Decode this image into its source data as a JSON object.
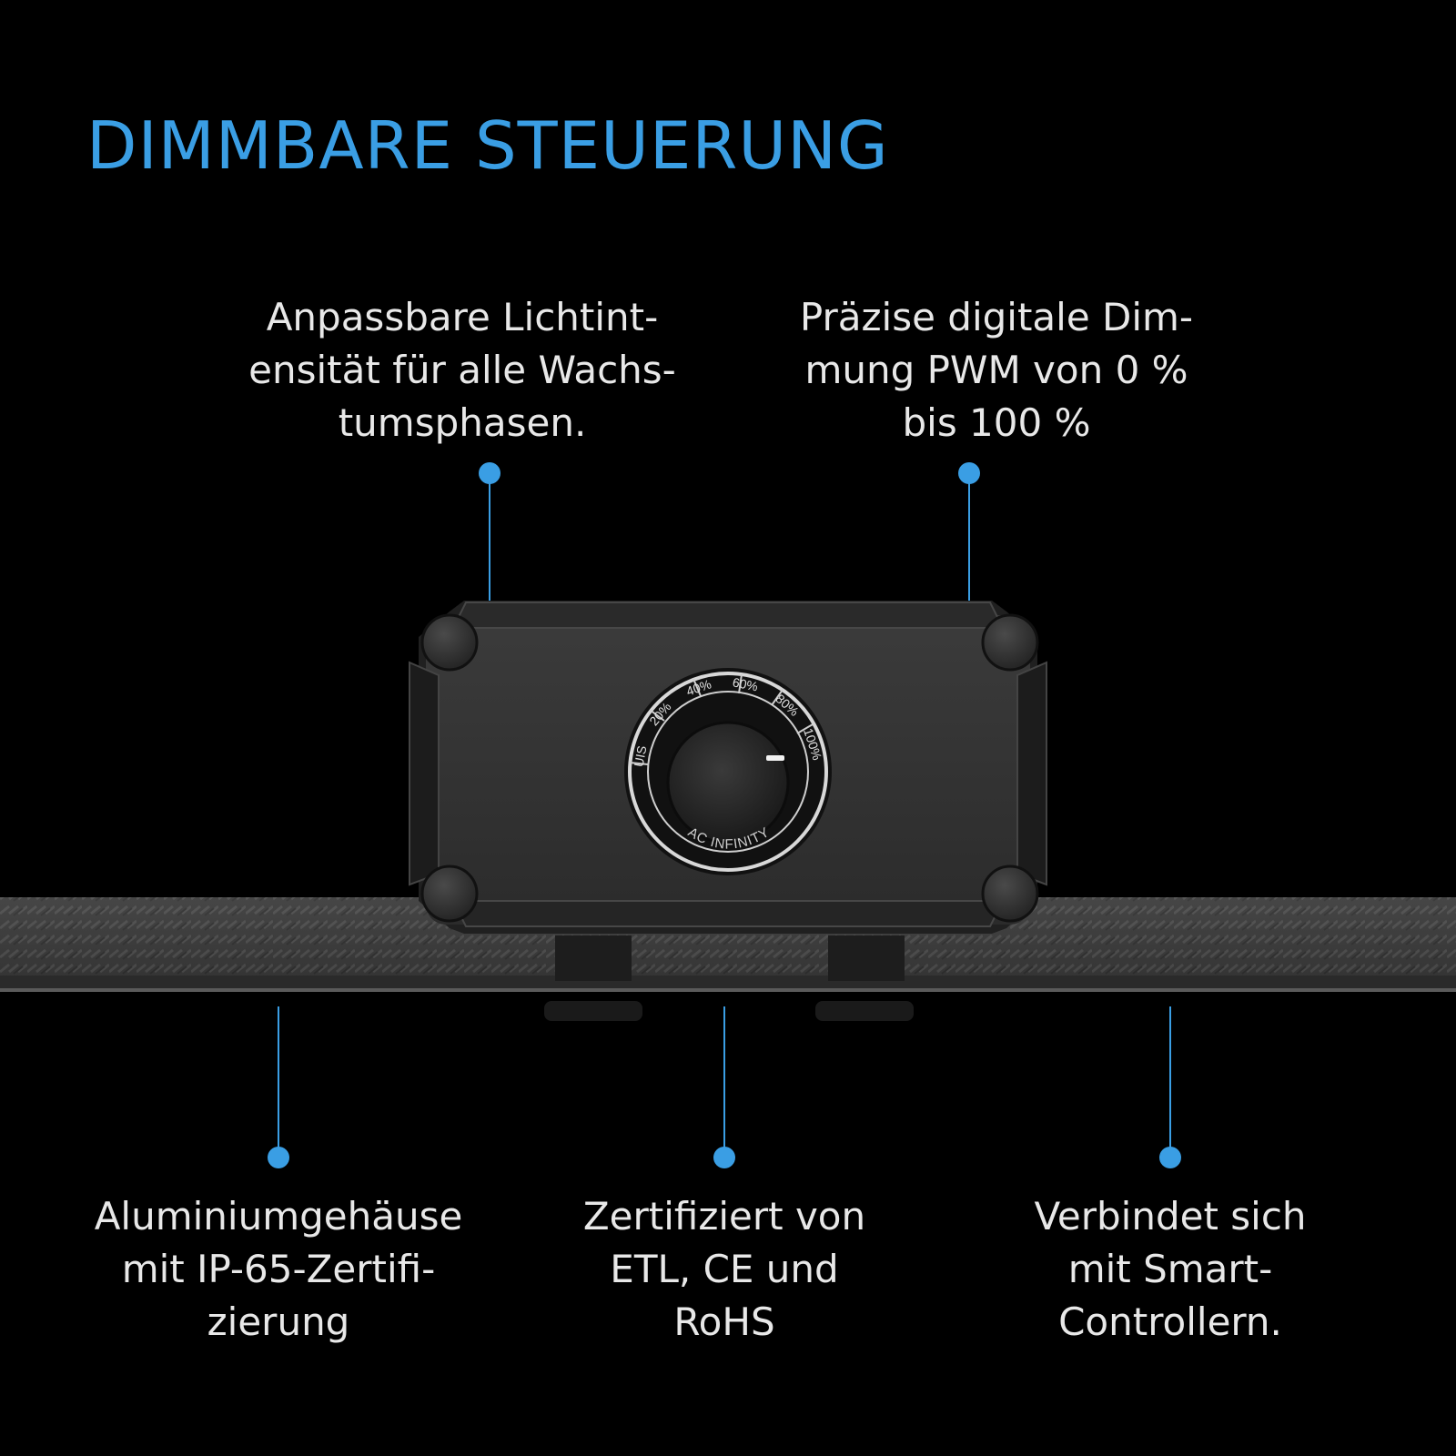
{
  "title": "DIMMBARE STEUERUNG",
  "accent_color": "#3a9ee4",
  "callouts": {
    "top_left": {
      "lines": [
        "Anpassbare Lichtint-",
        "ensität für alle Wachs-",
        "tumsphasen."
      ]
    },
    "top_right": {
      "lines": [
        "Präzise digitale Dim-",
        "mung PWM von 0 %",
        "bis 100 %"
      ]
    },
    "bottom_left": {
      "lines": [
        "Aluminiumgehäuse",
        "mit IP-65-Zertifi-",
        "zierung"
      ]
    },
    "bottom_center": {
      "lines": [
        "Zertifiziert von",
        "ETL, CE und",
        "RoHS"
      ]
    },
    "bottom_right": {
      "lines": [
        "Verbindet sich",
        "mit Smart-",
        "Controllern."
      ]
    }
  },
  "dial": {
    "scale_labels": [
      "UIS",
      "20%",
      "40%",
      "60%",
      "80%",
      "100%"
    ],
    "brand": "AC INFINITY"
  }
}
